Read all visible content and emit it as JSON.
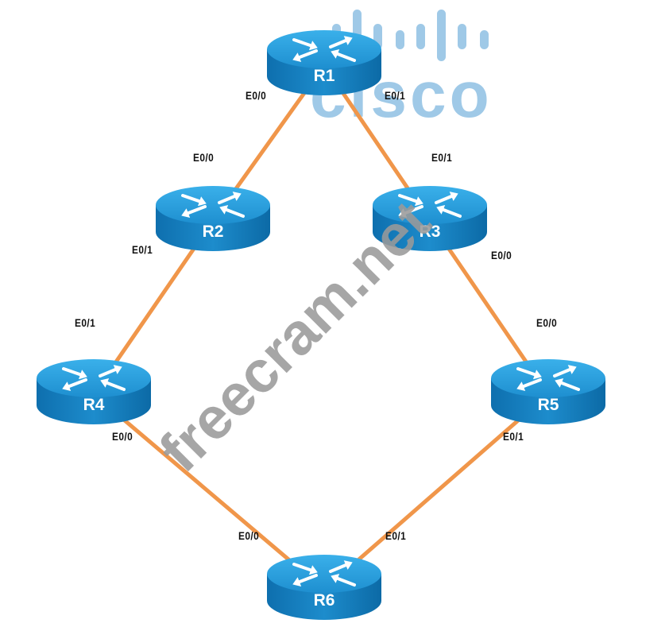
{
  "diagram": {
    "type": "network-topology",
    "link_color": "#f0964a",
    "router_color": "#1e8fd0",
    "watermark_logo": {
      "text": "cisco",
      "color": "#7fb8e0"
    },
    "watermark_text": {
      "text": "freecram.net",
      "color": "#9a9a9a"
    },
    "routers": [
      {
        "id": "R1",
        "label": "R1"
      },
      {
        "id": "R2",
        "label": "R2"
      },
      {
        "id": "R3",
        "label": "R3"
      },
      {
        "id": "R4",
        "label": "R4"
      },
      {
        "id": "R5",
        "label": "R5"
      },
      {
        "id": "R6",
        "label": "R6"
      }
    ],
    "links": [
      {
        "from": "R1",
        "from_port": "E0/0",
        "to": "R2",
        "to_port": "E0/0"
      },
      {
        "from": "R1",
        "from_port": "E0/1",
        "to": "R3",
        "to_port": "E0/1"
      },
      {
        "from": "R2",
        "from_port": "E0/1",
        "to": "R4",
        "to_port": "E0/1"
      },
      {
        "from": "R3",
        "from_port": "E0/0",
        "to": "R5",
        "to_port": "E0/0"
      },
      {
        "from": "R4",
        "from_port": "E0/0",
        "to": "R6",
        "to_port": "E0/0"
      },
      {
        "from": "R5",
        "from_port": "E0/1",
        "to": "R6",
        "to_port": "E0/1"
      }
    ],
    "port_labels": [
      {
        "router": "R1",
        "text": "E0/0"
      },
      {
        "router": "R1",
        "text": "E0/1"
      },
      {
        "router": "R2",
        "text": "E0/0"
      },
      {
        "router": "R2",
        "text": "E0/1"
      },
      {
        "router": "R3",
        "text": "E0/1"
      },
      {
        "router": "R3",
        "text": "E0/0"
      },
      {
        "router": "R4",
        "text": "E0/1"
      },
      {
        "router": "R4",
        "text": "E0/0"
      },
      {
        "router": "R5",
        "text": "E0/0"
      },
      {
        "router": "R5",
        "text": "E0/1"
      },
      {
        "router": "R6",
        "text": "E0/0"
      },
      {
        "router": "R6",
        "text": "E0/1"
      }
    ]
  }
}
